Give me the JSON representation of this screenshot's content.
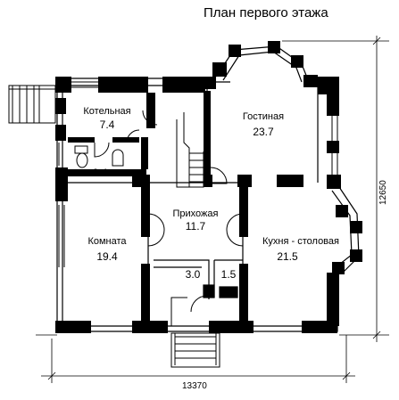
{
  "title": "План первого этажа",
  "rooms": {
    "boiler": {
      "name": "Котельная",
      "area": "7.4"
    },
    "bath": {
      "area": "2.4"
    },
    "living": {
      "name": "Гостиная",
      "area": "23.7"
    },
    "hall": {
      "name": "Прихожая",
      "area": "11.7"
    },
    "room": {
      "name": "Комната",
      "area": "19.4"
    },
    "kitchen": {
      "name": "Кухня - столовая",
      "area": "21.5"
    },
    "closet1": {
      "area": "3.0"
    },
    "closet2": {
      "area": "1.5"
    }
  },
  "dimensions": {
    "width": "13370",
    "height": "12650"
  }
}
